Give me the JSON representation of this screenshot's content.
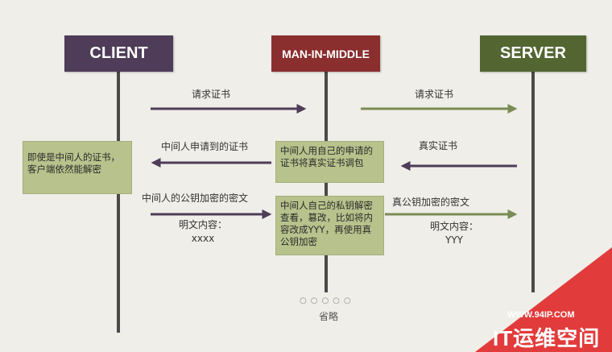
{
  "actors": {
    "client": "CLIENT",
    "mitm": "MAN-IN-MIDDLE",
    "server": "SERVER"
  },
  "messages": {
    "client_to_mitm_request": "请求证书",
    "mitm_to_server_request": "请求证书",
    "server_to_mitm_cert": "真实证书",
    "mitm_to_client_cert": "中间人申请到的证书",
    "client_to_mitm_encrypted": "中间人的公钥加密的密文",
    "client_plaintext_label": "明文内容：",
    "client_plaintext_value": "xxxx",
    "mitm_to_server_encrypted": "真公钥加密的密文",
    "server_plaintext_label": "明文内容：",
    "server_plaintext_value": "YYY"
  },
  "notes": {
    "client_note": "即使是中间人的证书，客户端依然能解密",
    "mitm_note_1": "中间人用自己的申请的证书将真实证书调包",
    "mitm_note_2": "中间人自己的私钥解密查看，篡改，比如将内容改成YYY，再使用真公钥加密"
  },
  "footer": {
    "dots": "○○○○○",
    "omitted": "省略"
  },
  "watermark": {
    "url": "WWW.94IP.COM",
    "brand": "IT运维空间"
  },
  "colors": {
    "client": "#4e3c58",
    "mitm": "#8a2e2e",
    "server": "#536632",
    "note": "#b8c28c",
    "arrow_dark": "#4e3c58",
    "arrow_green": "#7a8c55",
    "watermark": "#e23b3b"
  }
}
